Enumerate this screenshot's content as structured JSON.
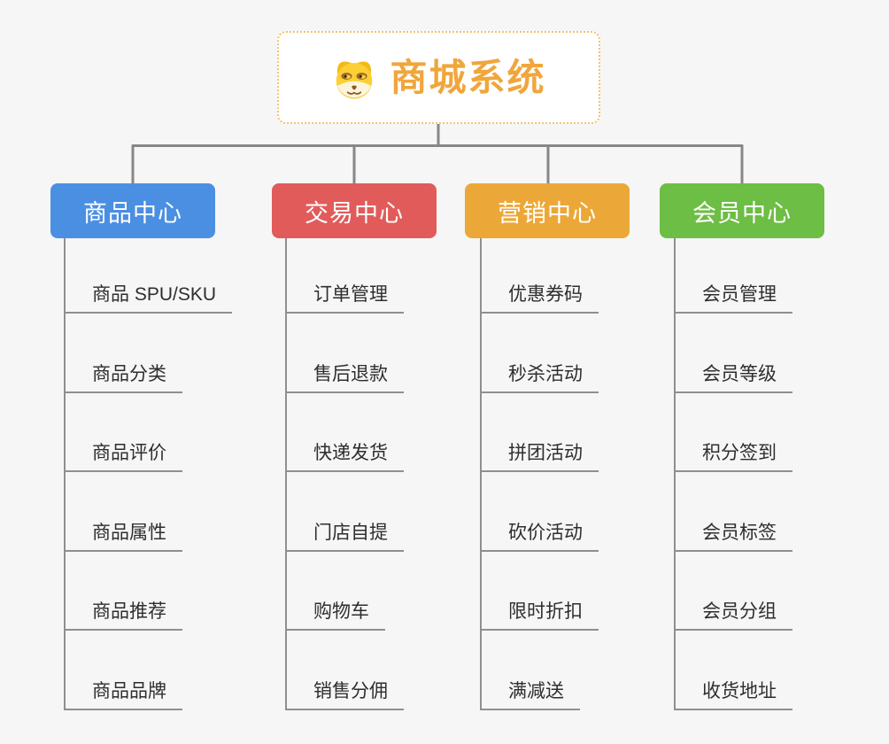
{
  "canvas": {
    "background": "#f6f6f6",
    "connector_color": "#878787",
    "underline_color": "#8f8f8f"
  },
  "root": {
    "title": "商城系统",
    "icon": "doge-icon",
    "text_color": "#f0a63c",
    "border_color": "#f4c269"
  },
  "branches": [
    {
      "label": "商品中心",
      "color": "#4b8fe2",
      "children": [
        "商品 SPU/SKU",
        "商品分类",
        "商品评价",
        "商品属性",
        "商品推荐",
        "商品品牌"
      ]
    },
    {
      "label": "交易中心",
      "color": "#e25b5b",
      "children": [
        "订单管理",
        "售后退款",
        "快递发货",
        "门店自提",
        "购物车",
        "销售分佣"
      ]
    },
    {
      "label": "营销中心",
      "color": "#eba838",
      "children": [
        "优惠券码",
        "秒杀活动",
        "拼团活动",
        "砍价活动",
        "限时折扣",
        "满减送"
      ]
    },
    {
      "label": "会员中心",
      "color": "#6dbe44",
      "children": [
        "会员管理",
        "会员等级",
        "积分签到",
        "会员标签",
        "会员分组",
        "收货地址"
      ]
    }
  ]
}
